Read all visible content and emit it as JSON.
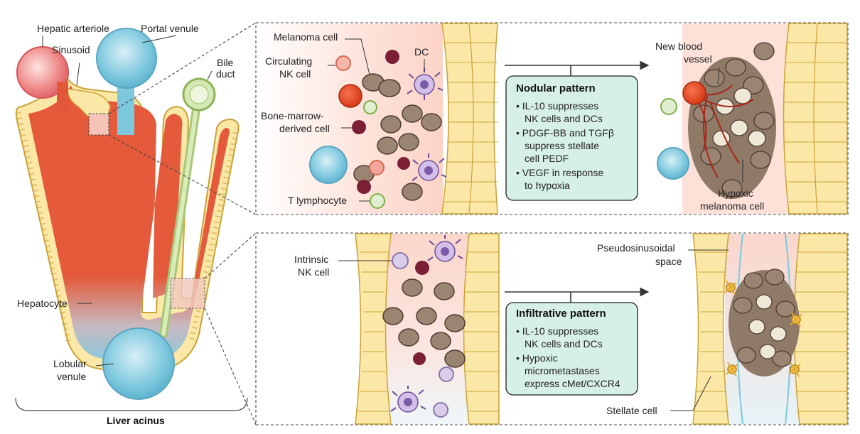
{
  "acinus": {
    "title": "Liver acinus",
    "labels": {
      "hepatic_arteriole": "Hepatic arteriole",
      "portal_venule": "Portal venule",
      "sinusoid": "Sinusoid",
      "bile_duct_1": "Bile",
      "bile_duct_2": "duct",
      "hepatocyte": "Hepatocyte",
      "lobular_venule_1": "Lobular",
      "lobular_venule_2": "venule"
    }
  },
  "nodular": {
    "labels": {
      "melanoma_cell": "Melanoma cell",
      "circulating_nk_1": "Circulating",
      "circulating_nk_2": "NK cell",
      "dc": "DC",
      "bone_marrow_1": "Bone-marrow-",
      "bone_marrow_2": "derived cell",
      "t_lymphocyte": "T lymphocyte",
      "new_vessel_1": "New blood",
      "new_vessel_2": "vessel",
      "hypoxic_1": "Hypoxic",
      "hypoxic_2": "melanoma cell"
    },
    "box": {
      "title": "Nodular pattern",
      "lines": [
        "• IL-10 suppresses",
        "NK cells and DCs",
        "• PDGF-BB and TGFβ",
        "suppress stellate",
        "cell PEDF",
        "• VEGF in response",
        "to hypoxia"
      ]
    }
  },
  "infiltrative": {
    "labels": {
      "intrinsic_nk_1": "Intrinsic",
      "intrinsic_nk_2": "NK cell",
      "pseudo_1": "Pseudosinusoidal",
      "pseudo_2": "space",
      "stellate": "Stellate cell"
    },
    "box": {
      "title": "Infiltrative pattern",
      "lines": [
        "• IL-10 suppresses",
        "NK cells and DCs",
        "• Hypoxic",
        "micrometastases",
        "express cMet/CXCR4"
      ]
    }
  },
  "colors": {
    "sinusoid_red": "#e2573a",
    "hepatocyte_yellow": "#fbe7a6",
    "portal_blue": "#7ec8de",
    "arteriole_red": "#e8777a",
    "bile_green": "#c5dd9e",
    "melanoma_brown": "#9a8472",
    "box_fill": "#d7efe9",
    "dc_purple": "#b79cd6",
    "bm_cell": "#7a1f35"
  }
}
